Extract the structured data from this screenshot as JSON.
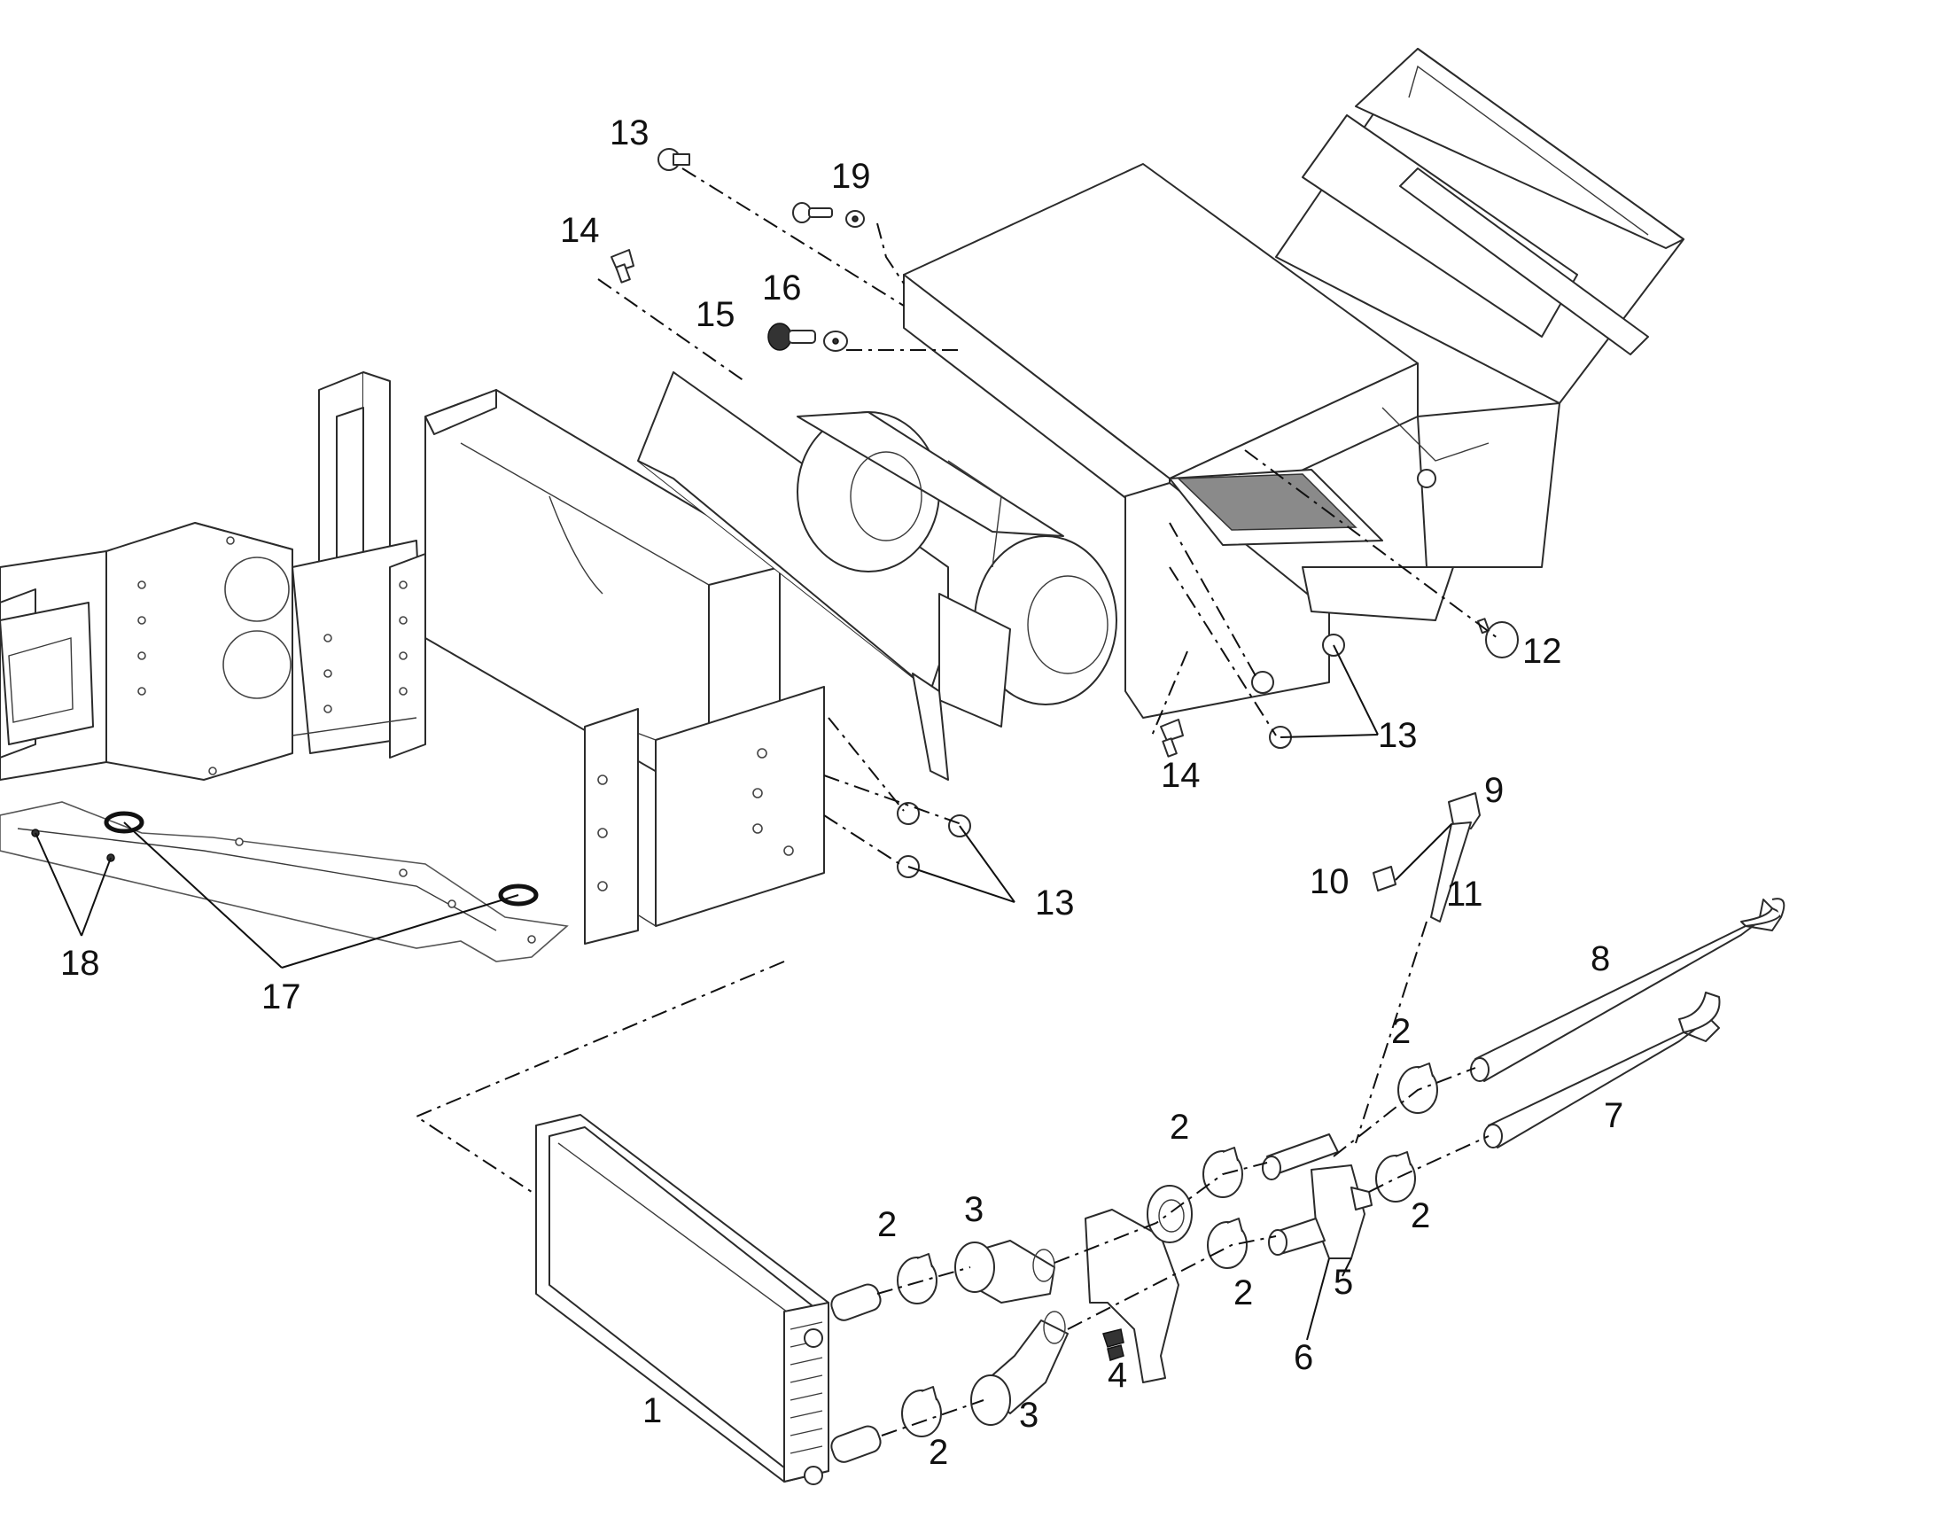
{
  "callouts": {
    "c1": "1",
    "c2": "2",
    "c3": "3",
    "c4": "4",
    "c5": "5",
    "c6": "6",
    "c7": "7",
    "c8": "8",
    "c9": "9",
    "c10": "10",
    "c11": "11",
    "c12": "12",
    "c13": "13",
    "c14": "14",
    "c15": "15",
    "c16": "16",
    "c17": "17",
    "c18": "18",
    "c19": "19"
  },
  "colors": {
    "line": "#2b2b2b",
    "background": "#ffffff",
    "filter_fill": "#8a8a8a"
  }
}
